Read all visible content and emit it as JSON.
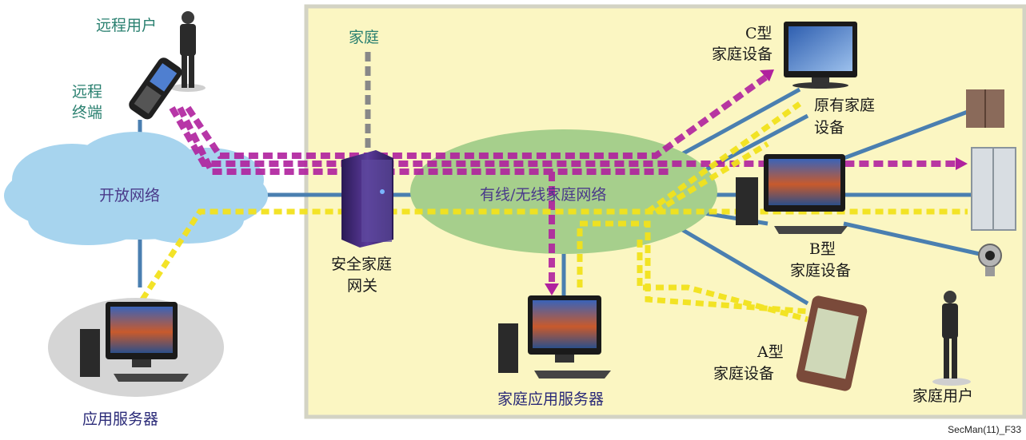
{
  "labels": {
    "remote_user": "远程用户",
    "remote_terminal_line1": "远程",
    "remote_terminal_line2": "终端",
    "open_network": "开放网络",
    "app_server": "应用服务器",
    "home": "家庭",
    "secure_gateway_line1": "安全家庭",
    "secure_gateway_line2": "网关",
    "home_network": "有线/无线家庭网络",
    "home_app_server": "家庭应用服务器",
    "type_c_line1": "C型",
    "type_c_line2": "家庭设备",
    "legacy_line1": "原有家庭",
    "legacy_line2": "设备",
    "type_b_line1": "B型",
    "type_b_line2": "家庭设备",
    "type_a_line1": "A型",
    "type_a_line2": "家庭设备",
    "home_user": "家庭用户"
  },
  "figure_id": "SecMan(11)_F33",
  "colors": {
    "home_zone": "#fbf6c2",
    "home_zone_border": "#d3d3c4",
    "cloud": "#a7d4ee",
    "home_network": "#a6cf8c",
    "wired_link": "#4a7fb0",
    "remote_flow": "#b0219e",
    "app_flow": "#f2e21c",
    "home_drop": "#888888"
  },
  "icons": [
    "person-icon",
    "mobile-phone-icon",
    "computer-icon",
    "gateway-server-icon",
    "tv-icon",
    "wardrobe-icon",
    "fridge-icon",
    "webcam-icon",
    "pda-icon"
  ]
}
